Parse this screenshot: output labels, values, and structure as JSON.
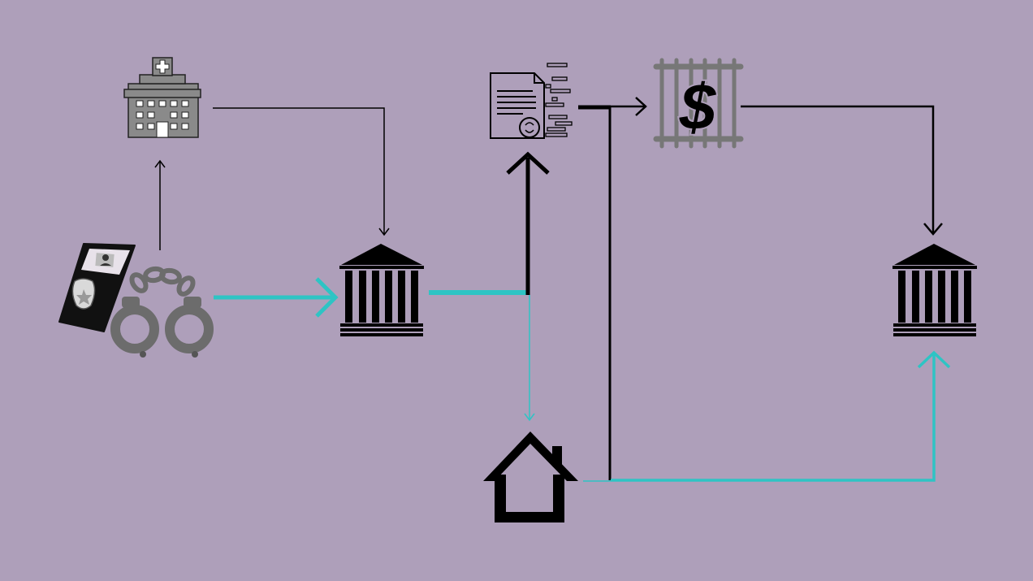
{
  "diagram": {
    "background": "#ae9fba",
    "colors": {
      "ink": "#000000",
      "gray": "#777777",
      "accent": "#2ec4c4"
    },
    "nodes": [
      {
        "id": "arrest",
        "icon": "police-badge-handcuffs-icon"
      },
      {
        "id": "hospital",
        "icon": "hospital-icon"
      },
      {
        "id": "court-1",
        "icon": "courthouse-icon"
      },
      {
        "id": "bail-document",
        "icon": "bail-document-icon"
      },
      {
        "id": "cash-bail",
        "icon": "jail-bars-dollar-icon"
      },
      {
        "id": "home",
        "icon": "house-icon"
      },
      {
        "id": "court-2",
        "icon": "courthouse-icon"
      }
    ],
    "edges": [
      {
        "from": "arrest",
        "to": "hospital",
        "style": "thin-black"
      },
      {
        "from": "hospital",
        "to": "court-1",
        "style": "thin-black"
      },
      {
        "from": "arrest",
        "to": "court-1",
        "style": "thick-accent"
      },
      {
        "from": "court-1",
        "to": "bail-document",
        "style": "thick-black"
      },
      {
        "from": "court-1",
        "to": "home",
        "style": "thin-accent"
      },
      {
        "from": "bail-document",
        "to": "cash-bail",
        "style": "medium-black"
      },
      {
        "from": "cash-bail",
        "to": "court-2",
        "style": "medium-black"
      },
      {
        "from": "home",
        "to": "court-2",
        "style": "medium-accent"
      },
      {
        "from": "home",
        "to": "bail-document",
        "style": "medium-black"
      }
    ]
  }
}
